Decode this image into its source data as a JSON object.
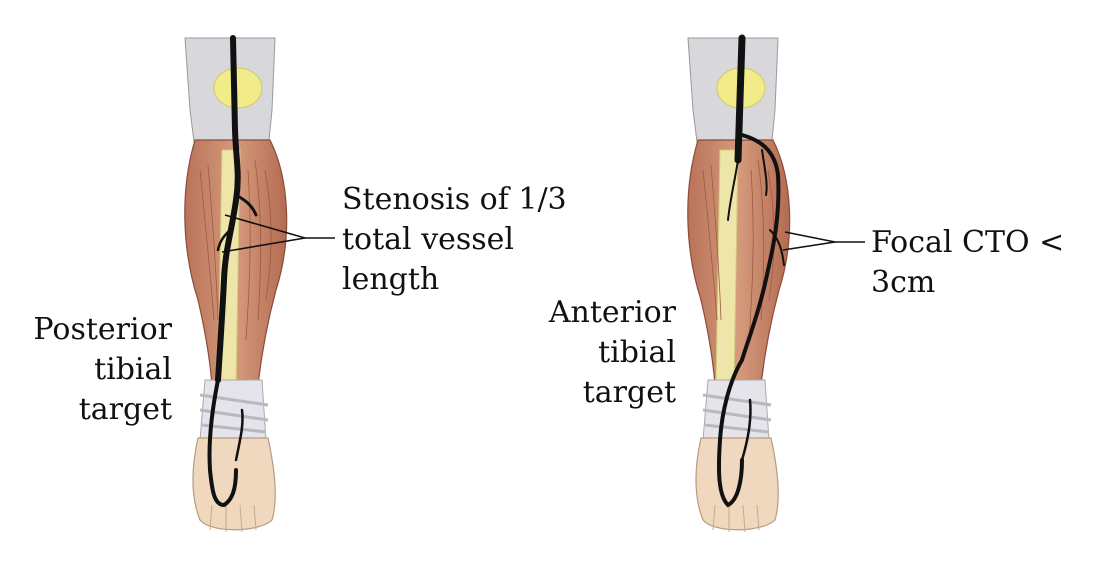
{
  "panels": [
    {
      "callout_lines": [
        "Stenosis of 1/3",
        "total vessel",
        "length"
      ],
      "target_lines": [
        "Posterior",
        "tibial",
        "target"
      ]
    },
    {
      "callout_lines": [
        "Focal CTO <",
        "3cm"
      ],
      "target_lines": [
        "Anterior",
        "tibial",
        "target"
      ]
    }
  ],
  "colors": {
    "muscle": "#c98a6a",
    "muscle_dark": "#a8644a",
    "bone": "#eee6a8",
    "tendon": "#e6e6ea",
    "skin": "#f0d8bf",
    "vessel": "#111111"
  }
}
